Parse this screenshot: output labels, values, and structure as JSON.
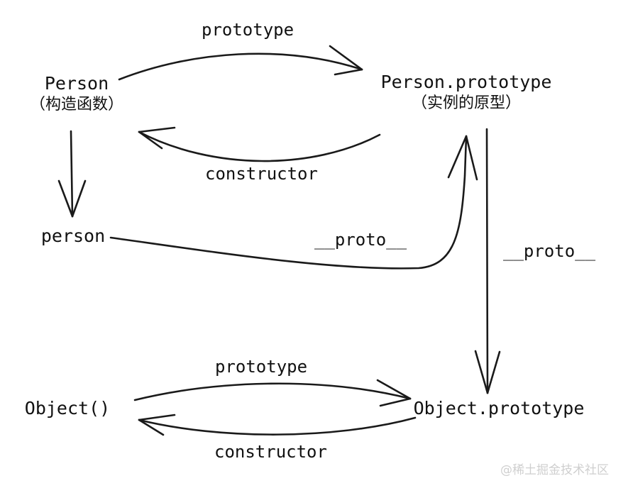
{
  "diagram": {
    "title_text": "JavaScript prototype chain diagram",
    "background": "#ffffff",
    "stroke_color": "#1a1a1a",
    "nodes": [
      {
        "id": "person-ctor",
        "main": "Person",
        "sub": "（构造函数）"
      },
      {
        "id": "person-prototype",
        "main": "Person.prototype",
        "sub": "（实例的原型）"
      },
      {
        "id": "person-instance",
        "main": "person",
        "sub": ""
      },
      {
        "id": "object-ctor",
        "main": "Object()",
        "sub": ""
      },
      {
        "id": "object-prototype",
        "main": "Object.prototype",
        "sub": ""
      }
    ],
    "edge_labels": {
      "top_prototype": "prototype",
      "top_constructor": "constructor",
      "instance_proto": "__proto__",
      "prototype_proto": "__proto__",
      "bottom_prototype": "prototype",
      "bottom_constructor": "constructor"
    },
    "watermark": "@稀土掘金技术社区"
  }
}
